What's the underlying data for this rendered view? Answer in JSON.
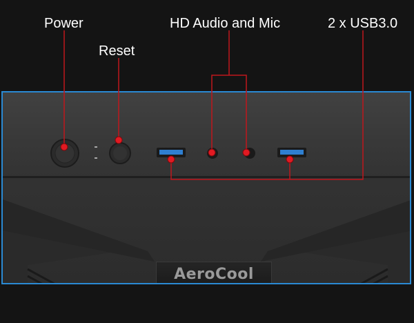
{
  "labels": {
    "power": "Power",
    "reset": "Reset",
    "audio": "HD Audio and Mic",
    "usb": "2 x USB3.0"
  },
  "brand": "AeroCool",
  "colors": {
    "callout_line": "#c0161c",
    "callout_dot": "#e11a22",
    "frame_border": "#2a8ad4",
    "usb_port": "#2f7fd0"
  }
}
